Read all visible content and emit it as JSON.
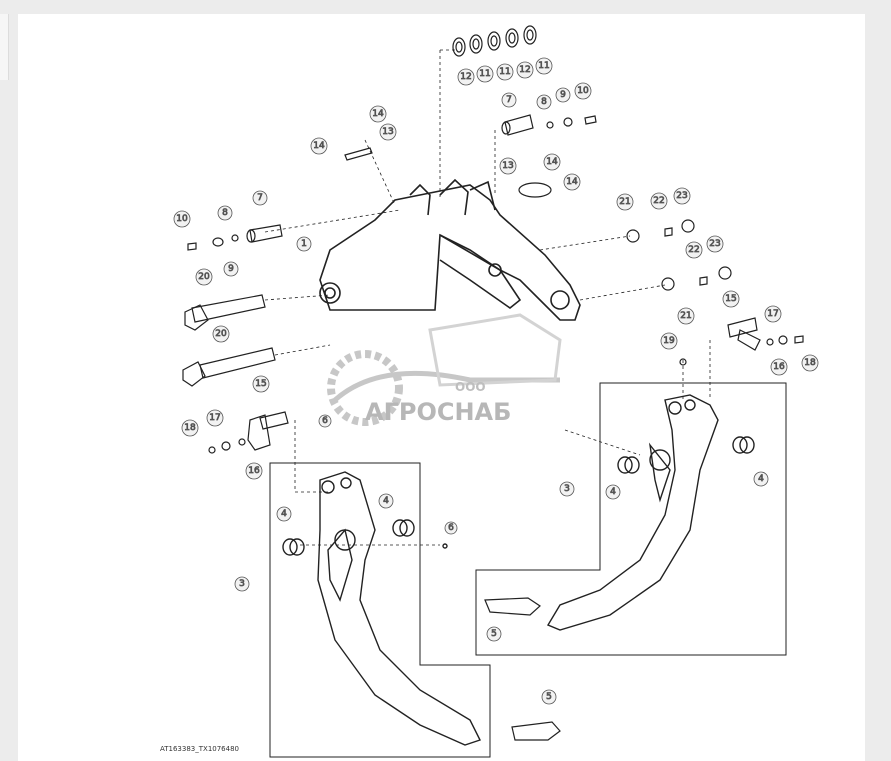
{
  "callouts": [
    {
      "id": "c12a",
      "label": "12"
    },
    {
      "id": "c11a",
      "label": "11"
    },
    {
      "id": "c11b",
      "label": "11"
    },
    {
      "id": "c12b",
      "label": "12"
    },
    {
      "id": "c11c",
      "label": "11"
    },
    {
      "id": "c7a",
      "label": "7"
    },
    {
      "id": "c8a",
      "label": "8"
    },
    {
      "id": "c9a",
      "label": "9"
    },
    {
      "id": "c10a",
      "label": "10"
    },
    {
      "id": "c14a",
      "label": "14"
    },
    {
      "id": "c14b",
      "label": "14"
    },
    {
      "id": "c13a",
      "label": "13"
    },
    {
      "id": "c13b",
      "label": "13"
    },
    {
      "id": "c14c",
      "label": "14"
    },
    {
      "id": "c14d",
      "label": "14"
    },
    {
      "id": "c10b",
      "label": "10"
    },
    {
      "id": "c8b",
      "label": "8"
    },
    {
      "id": "c7b",
      "label": "7"
    },
    {
      "id": "c9b",
      "label": "9"
    },
    {
      "id": "c1",
      "label": "1"
    },
    {
      "id": "c20a",
      "label": "20"
    },
    {
      "id": "c20b",
      "label": "20"
    },
    {
      "id": "c21a",
      "label": "21"
    },
    {
      "id": "c22a",
      "label": "22"
    },
    {
      "id": "c23a",
      "label": "23"
    },
    {
      "id": "c22b",
      "label": "22"
    },
    {
      "id": "c23b",
      "label": "23"
    },
    {
      "id": "c21b",
      "label": "21"
    },
    {
      "id": "c15a",
      "label": "15"
    },
    {
      "id": "c17a",
      "label": "17"
    },
    {
      "id": "c16a",
      "label": "16"
    },
    {
      "id": "c18a",
      "label": "18"
    },
    {
      "id": "c19",
      "label": "19"
    },
    {
      "id": "c15b",
      "label": "15"
    },
    {
      "id": "c18b",
      "label": "18"
    },
    {
      "id": "c17b",
      "label": "17"
    },
    {
      "id": "c16b",
      "label": "16"
    },
    {
      "id": "c6a",
      "label": "6"
    },
    {
      "id": "c3a",
      "label": "3"
    },
    {
      "id": "c4a",
      "label": "4"
    },
    {
      "id": "c4b",
      "label": "4"
    },
    {
      "id": "c4c",
      "label": "4"
    },
    {
      "id": "c4d",
      "label": "4"
    },
    {
      "id": "c6b",
      "label": "6"
    },
    {
      "id": "c3b",
      "label": "3"
    },
    {
      "id": "c5a",
      "label": "5"
    },
    {
      "id": "c5b",
      "label": "5"
    }
  ],
  "watermark": {
    "prefix": "ООО",
    "name": "АГРОСНАБ",
    "color": "#b0b0b0"
  },
  "reference": "AT163383_TX1076480"
}
